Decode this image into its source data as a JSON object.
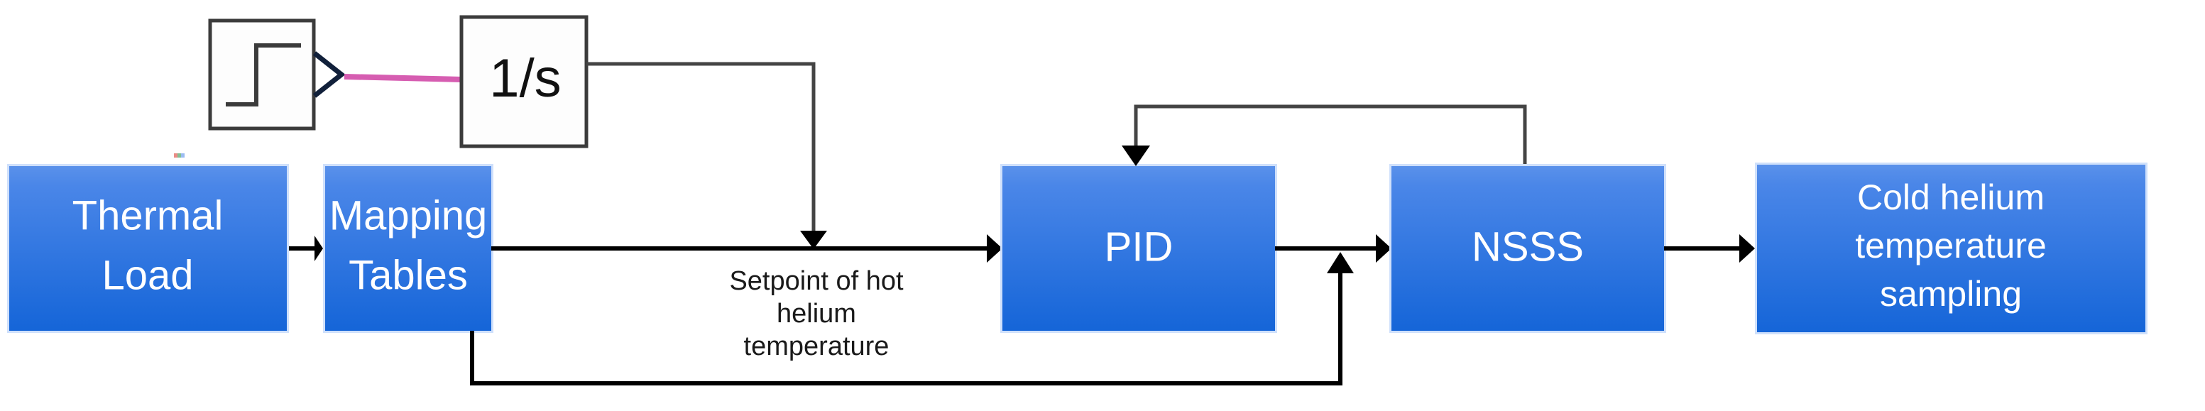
{
  "diagram": {
    "title": "Thermal load control loop block diagram",
    "background_color": "#ffffff",
    "blocks": [
      {
        "id": "thermal-load",
        "label_lines": [
          "Thermal",
          "Load"
        ],
        "kind": "process-block",
        "fill_top": "#4a86e8",
        "fill_bottom": "#1565d8",
        "text_color": "#ffffff"
      },
      {
        "id": "mapping-tables",
        "label_lines": [
          "Mapping",
          "Tables"
        ],
        "kind": "process-block",
        "fill_top": "#4a86e8",
        "fill_bottom": "#1565d8",
        "text_color": "#ffffff"
      },
      {
        "id": "pid",
        "label_lines": [
          "PID"
        ],
        "kind": "process-block",
        "fill_top": "#4a86e8",
        "fill_bottom": "#1565d8",
        "text_color": "#ffffff"
      },
      {
        "id": "nsss",
        "label_lines": [
          "NSSS"
        ],
        "kind": "process-block",
        "fill_top": "#4a86e8",
        "fill_bottom": "#1565d8",
        "text_color": "#ffffff"
      },
      {
        "id": "cold-helium-sampling",
        "label_lines": [
          "Cold helium",
          "temperature",
          "sampling"
        ],
        "kind": "process-block",
        "fill_top": "#4a86e8",
        "fill_bottom": "#1565d8",
        "text_color": "#ffffff"
      },
      {
        "id": "step-source",
        "label_lines": [],
        "kind": "simulink-step-source",
        "fill": "#fdfdfd",
        "stroke": "#3b3b3b"
      },
      {
        "id": "integrator",
        "label_lines": [
          "1/s"
        ],
        "kind": "simulink-integrator",
        "fill": "#fdfdfd",
        "stroke": "#3b3b3b",
        "text_color": "#111111"
      }
    ],
    "labels": {
      "thermal_load_line1": "Thermal",
      "thermal_load_line2": "Load",
      "mapping_tables_line1": "Mapping",
      "mapping_tables_line2": "Tables",
      "pid": "PID",
      "nsss": "NSSS",
      "cold_line1": "Cold helium",
      "cold_line2": "temperature",
      "cold_line3": "sampling",
      "integrator": "1/s",
      "setpoint_line1": "Setpoint of hot",
      "setpoint_line2": "helium",
      "setpoint_line3": "temperature"
    },
    "connections": [
      {
        "id": "thermal-to-mapping",
        "from": "thermal-load",
        "to": "mapping-tables",
        "style": "solid-black-arrow"
      },
      {
        "id": "step-to-integrator",
        "from": "step-source",
        "to": "integrator",
        "style": "pink-signal-line"
      },
      {
        "id": "integrator-to-setpoint",
        "from": "integrator",
        "to": "mapping-to-pid-wire",
        "style": "thin-gray-arrow-down"
      },
      {
        "id": "mapping-to-pid",
        "from": "mapping-tables",
        "to": "pid",
        "style": "solid-black-arrow"
      },
      {
        "id": "pid-to-nsss",
        "from": "pid",
        "to": "nsss",
        "style": "solid-black-arrow"
      },
      {
        "id": "nsss-to-cold",
        "from": "nsss",
        "to": "cold-helium-sampling",
        "style": "solid-black-arrow"
      },
      {
        "id": "nsss-feedback-to-pid",
        "from": "nsss",
        "to": "pid",
        "style": "thin-gray-arrow-top-feedback"
      },
      {
        "id": "mapping-feedback-to-nsss-input",
        "from": "mapping-tables",
        "to": "pid-to-nsss",
        "style": "gray-arrow-bottom-feedback"
      }
    ],
    "colors": {
      "block_fill_top": "#4a86e8",
      "block_fill_bottom": "#1565d8",
      "block_text": "#ffffff",
      "wire_black": "#000000",
      "wire_gray": "#444444",
      "wire_pink": "#d65db1",
      "plain_block_fill": "#fdfdfd",
      "plain_block_stroke": "#3b3b3b",
      "wire_label_text": "#1a1a1a"
    }
  }
}
